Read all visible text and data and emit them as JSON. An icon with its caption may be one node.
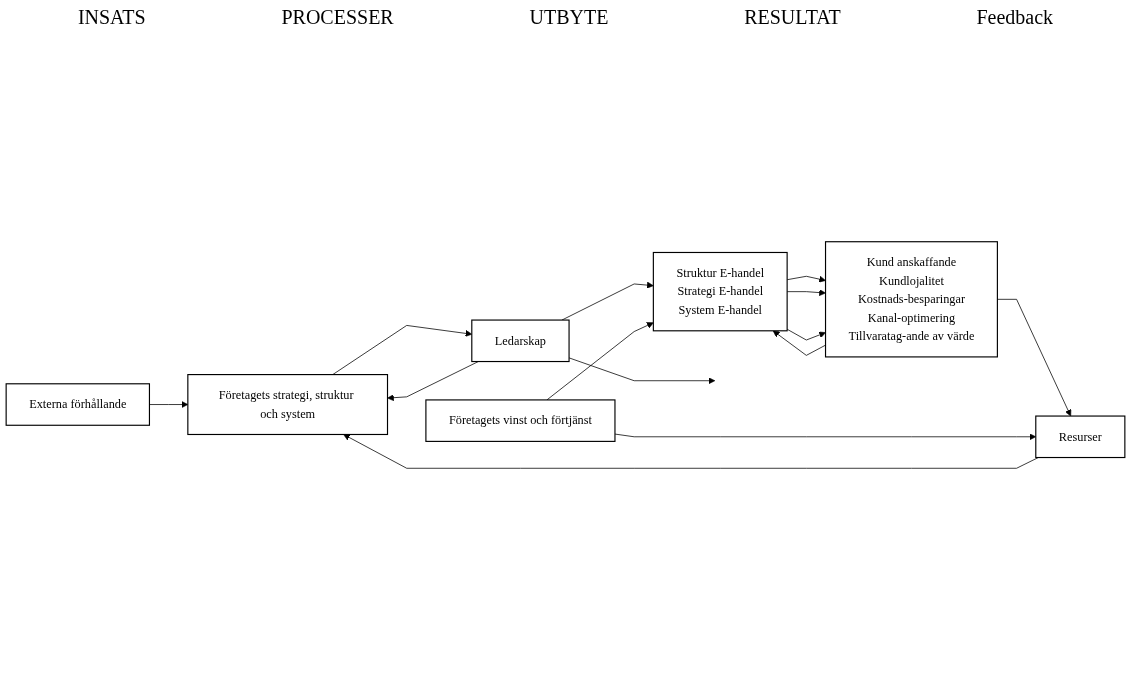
{
  "diagram": {
    "nodes": [
      {
        "text": [
          "Externa förhållande"
        ]
      },
      {
        "text": [
          "Företagets strategi, struktur och system"
        ]
      },
      {
        "text": [
          "Resurser"
        ]
      },
      {
        "text": [
          "Ledarskap"
        ]
      },
      {
        "text": [
          "Struktur E-handel",
          "Strategi E-handel",
          "System E-handel"
        ]
      },
      {
        "text": [
          "Kund anskaffande",
          "Kundlojalitet",
          "Kostnads-besparingar",
          "Kanal-optimering",
          "Tillvaratag-ande av värde"
        ]
      },
      {
        "text": [
          "Företagets vinst och förtjänst"
        ]
      }
    ],
    "edges": [
      {
        "from": 0,
        "to": 1,
        "arrow": "to"
      },
      {
        "from": 1,
        "to": 3,
        "arrow": "to"
      },
      {
        "from": 3,
        "to": 4,
        "arrow": "to"
      },
      {
        "from": 3,
        "to": 1,
        "arrow": "to"
      },
      {
        "from": 3,
        "to": null,
        "arrow": "to"
      },
      {
        "from": 2,
        "to": 1,
        "arrow": "to"
      },
      {
        "from": 4,
        "to": 5,
        "arrow": "to"
      },
      {
        "from": 4,
        "to": 5,
        "arrow": "to"
      },
      {
        "from": 4,
        "to": 5,
        "arrow": "to"
      },
      {
        "from": 5,
        "to": 2,
        "arrow": "to"
      },
      {
        "from": 5,
        "to": 4,
        "arrow": "to"
      },
      {
        "from": 6,
        "to": 2,
        "arrow": "to"
      },
      {
        "from": 6,
        "to": 4,
        "arrow": "to"
      }
    ],
    "labels": [
      "INSATS",
      "PROCESSER",
      "UTBYTE",
      "RESULTAT",
      "Feedback"
    ]
  }
}
